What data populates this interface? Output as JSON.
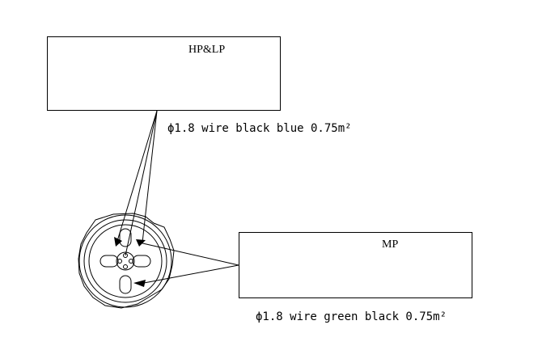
{
  "boxes": {
    "hplp_label": "HP&LP",
    "mp_label": "MP"
  },
  "notes": {
    "hplp_wire": "ϕ1.8 wire black blue 0.75m²",
    "mp_wire": "ϕ1.8 wire green black 0.75m²"
  }
}
